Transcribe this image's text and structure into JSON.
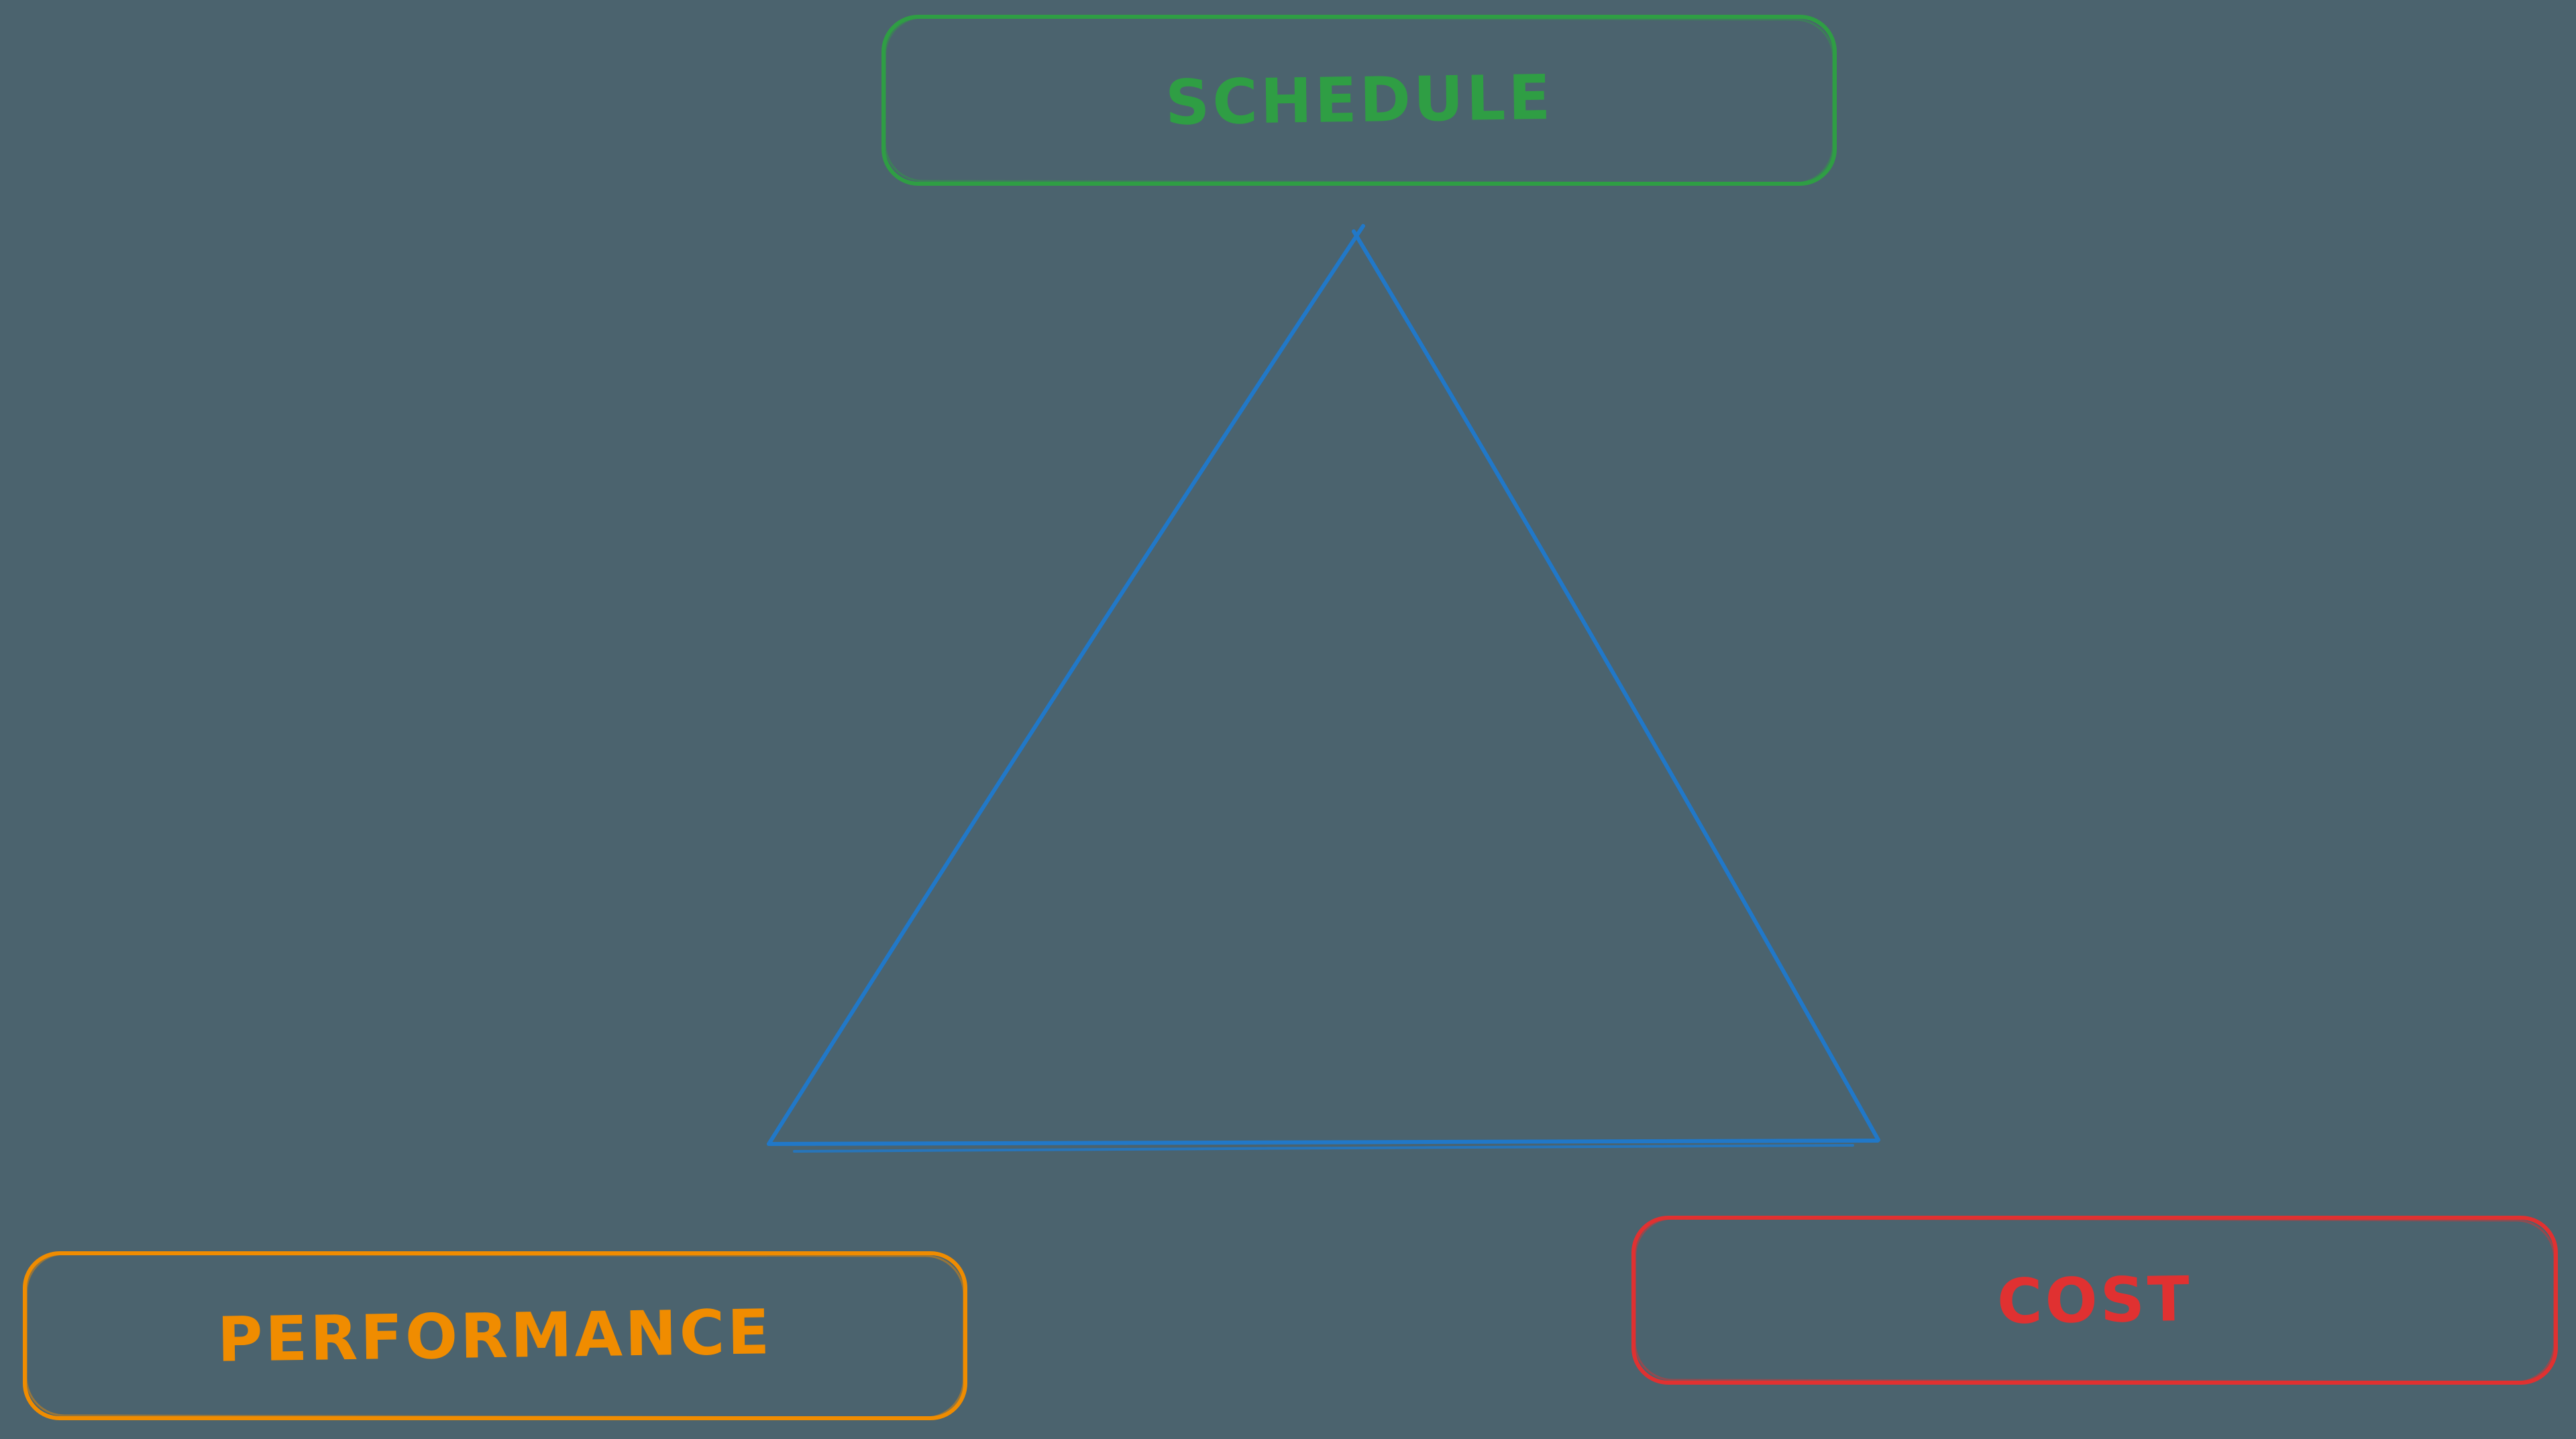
{
  "canvas": {
    "background_color": "#4b636e"
  },
  "boxes": {
    "schedule": {
      "label": "SCHEDULE",
      "color": "#2f9e44"
    },
    "performance": {
      "label": "PERFORMANCE",
      "color": "#f08c00"
    },
    "cost": {
      "label": "COST",
      "color": "#e03131"
    }
  },
  "triangle": {
    "color": "#2178c8"
  }
}
